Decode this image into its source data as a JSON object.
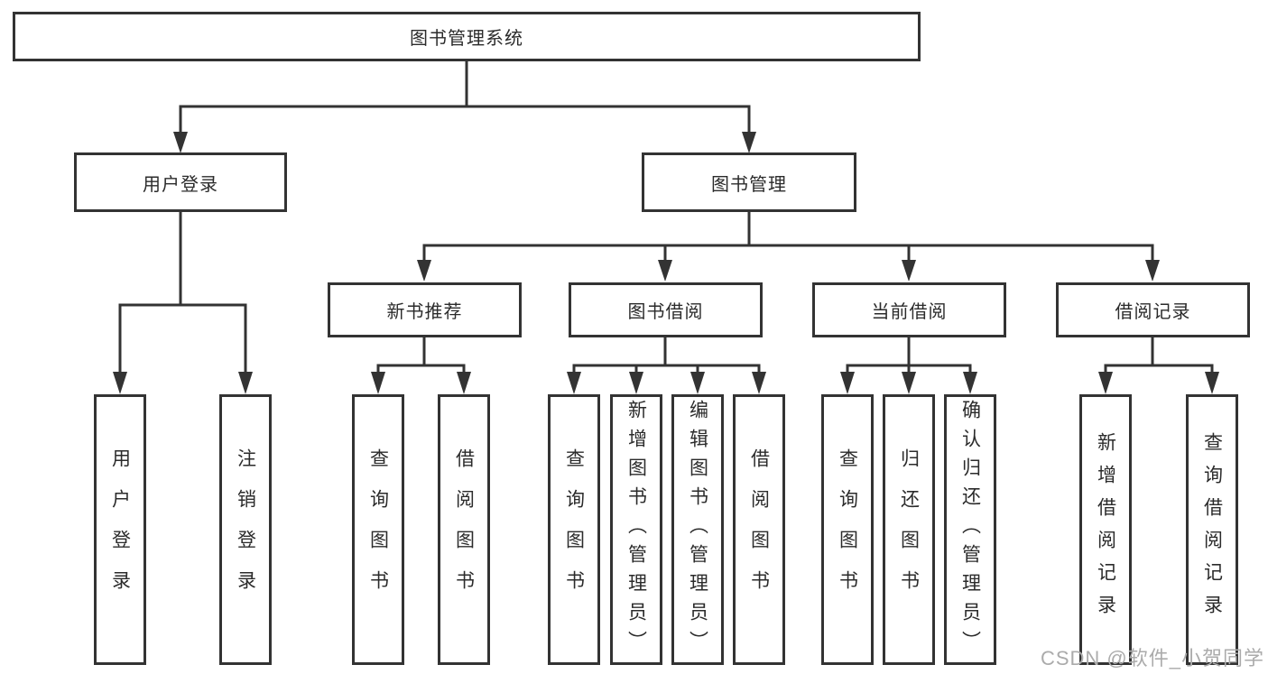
{
  "diagram_type": "hierarchy-tree",
  "nodes": {
    "root": "图书管理系统",
    "user_login": "用户登录",
    "book_management": "图书管理",
    "new_book_rec": "新书推荐",
    "book_borrow": "图书借阅",
    "current_borrow": "当前借阅",
    "borrow_records": "借阅记录",
    "leaf_user_login": "用户登录",
    "leaf_logout": "注销登录",
    "leaf_rec_query": "查询图书",
    "leaf_rec_borrow": "借阅图书",
    "leaf_bb_query": "查询图书",
    "leaf_bb_add": "新增图书（管理员）",
    "leaf_bb_edit": "编辑图书（管理员）",
    "leaf_bb_borrow": "借阅图书",
    "leaf_cb_query": "查询图书",
    "leaf_cb_return": "归还图书",
    "leaf_cb_confirm": "确认归还（管理员）",
    "leaf_br_add": "新增借阅记录",
    "leaf_br_query": "查询借阅记录"
  },
  "hierarchy": {
    "图书管理系统": [
      "用户登录",
      "图书管理"
    ],
    "用户登录": [
      "用户登录",
      "注销登录"
    ],
    "图书管理": [
      "新书推荐",
      "图书借阅",
      "当前借阅",
      "借阅记录"
    ],
    "新书推荐": [
      "查询图书",
      "借阅图书"
    ],
    "图书借阅": [
      "查询图书",
      "新增图书（管理员）",
      "编辑图书（管理员）",
      "借阅图书"
    ],
    "当前借阅": [
      "查询图书",
      "归还图书",
      "确认归还（管理员）"
    ],
    "借阅记录": [
      "新增借阅记录",
      "查询借阅记录"
    ]
  },
  "watermark": "CSDN @软件_小贺同学",
  "colors": {
    "line": "#333333",
    "text": "#2b2b2b",
    "box_background": "#ffffff",
    "watermark": "#ababab"
  }
}
